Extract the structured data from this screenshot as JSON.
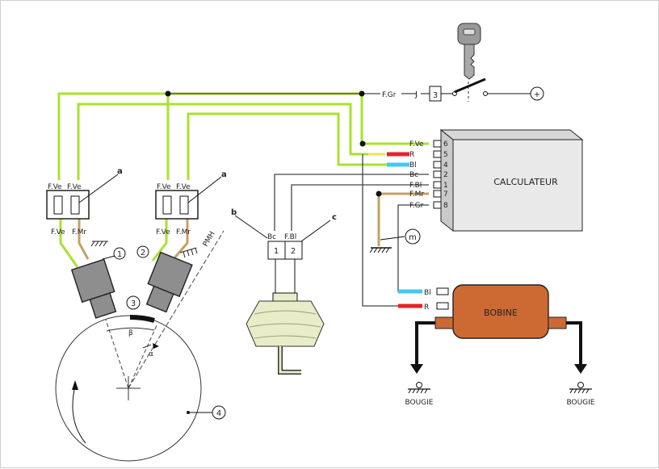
{
  "colors": {
    "wire_green": "#a8e22e",
    "wire_red": "#e8202a",
    "wire_cyan": "#45c8ef",
    "wire_brown": "#c4a064",
    "wire_grey": "#444444",
    "sensor_body": "#8e8e8e",
    "coil": "#cd6a33",
    "calc_fill": "#e9e9e9",
    "capsule": "#e9ecc8"
  },
  "switch": {
    "wire_label": "F.Gr",
    "wire_code": "J",
    "terminal": "3",
    "plus": "+"
  },
  "calculator": {
    "title": "CALCULATEUR",
    "pins": [
      {
        "num": "6",
        "label": "F.Ve"
      },
      {
        "num": "5",
        "label": "R"
      },
      {
        "num": "4",
        "label": "Bl"
      },
      {
        "num": "2",
        "label": "Bc"
      },
      {
        "num": "1",
        "label": "F.Bl"
      },
      {
        "num": "7",
        "label": "F.Mr"
      },
      {
        "num": "8",
        "label": "F.Gr"
      }
    ]
  },
  "sensors": [
    {
      "top_left": "F.Ve",
      "top_right": "F.Ve",
      "bot_left": "F.Ve",
      "bot_right": "F.Mr",
      "tag": "a",
      "num": "1"
    },
    {
      "top_left": "F.Ve",
      "top_right": "F.Ve",
      "bot_left": "F.Ve",
      "bot_right": "F.Mr",
      "tag": "a",
      "num": "2"
    }
  ],
  "ground_marker": "m",
  "capsule": {
    "tag_b": "b",
    "tag_c": "c",
    "label_left": "Bc",
    "label_right": "F.Bl",
    "pin_left": "1",
    "pin_right": "2"
  },
  "coil": {
    "title": "BOBINE",
    "pins": [
      {
        "label": "Bl"
      },
      {
        "label": "R"
      }
    ],
    "plugs": [
      "BOUGIE",
      "BOUGIE"
    ]
  },
  "flywheel": {
    "pmh": "PMH",
    "target_num": "3",
    "wheel_num": "4",
    "alpha": "α",
    "beta": "β"
  }
}
